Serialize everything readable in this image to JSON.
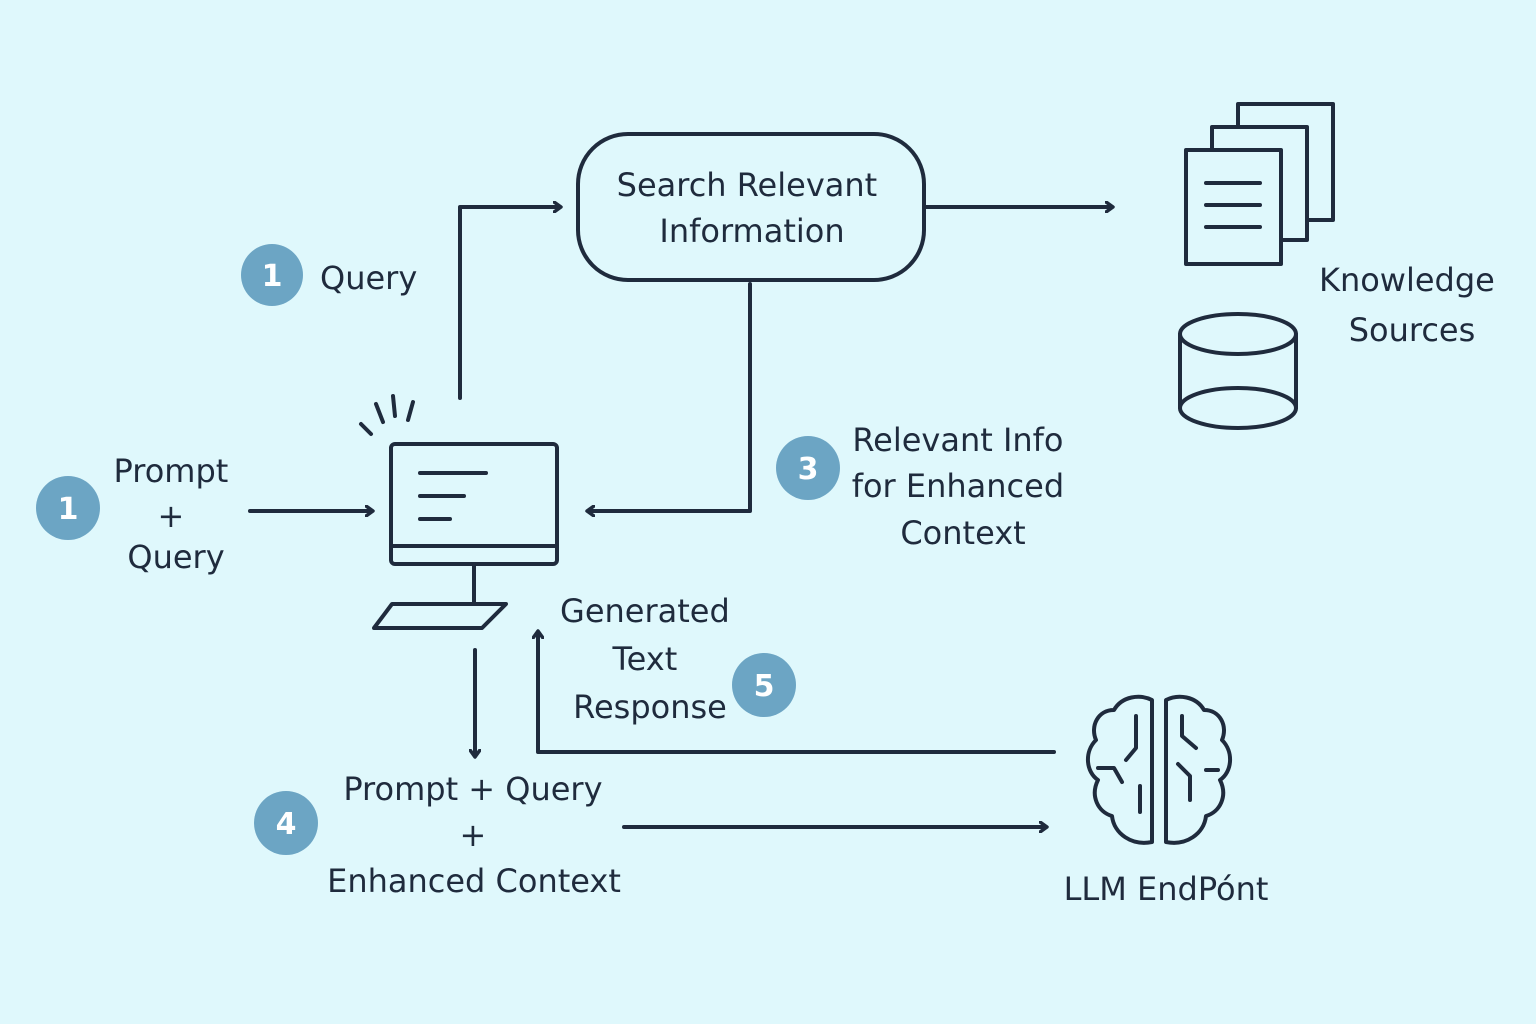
{
  "colors": {
    "background": "#dff8fc",
    "ink": "#1f2b3d",
    "badge": "#6ca5c4"
  },
  "labels": {
    "query": "Query",
    "prompt_query": [
      "Prompt",
      "+",
      "Query"
    ],
    "search": [
      "Search Relevant",
      "Information"
    ],
    "knowledge": [
      "Knowledge",
      "Sources"
    ],
    "relevant_info": [
      "Relevant Info",
      "for Enhanced",
      "Context"
    ],
    "generated": [
      "Generated",
      "Text",
      "Response"
    ],
    "enhanced": [
      "Prompt + Query",
      "+",
      "Enhanced Context"
    ],
    "llm": "LLM EndPónt"
  },
  "badges": {
    "query": "1",
    "prompt": "1",
    "relevant": "3",
    "enhanced": "4",
    "generated": "5"
  },
  "icons": {
    "computer": "computer-icon",
    "documents": "documents-icon",
    "database": "database-icon",
    "brain": "brain-icon"
  }
}
